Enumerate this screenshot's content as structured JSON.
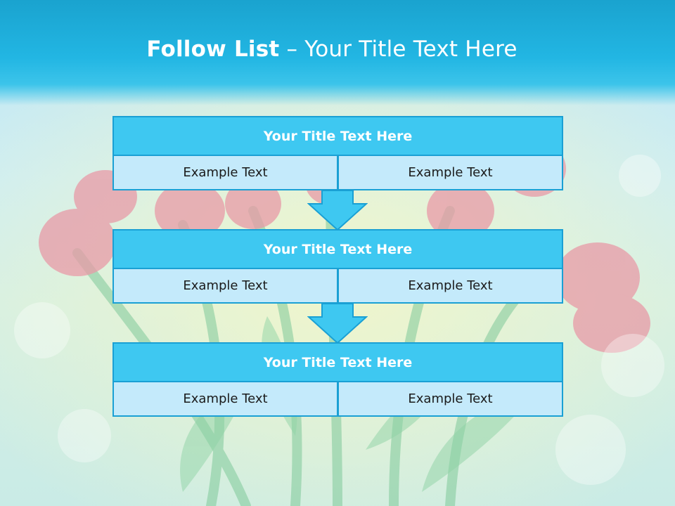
{
  "slide": {
    "title_bold": "Follow List",
    "title_rest": "– Your Title Text Here"
  },
  "steps": [
    {
      "title": "Your Title Text Here",
      "left": "Example Text",
      "right": "Example Text"
    },
    {
      "title": "Your Title Text Here",
      "left": "Example Text",
      "right": "Example Text"
    },
    {
      "title": "Your Title Text Here",
      "left": "Example Text",
      "right": "Example Text"
    }
  ],
  "colors": {
    "header": "#22b6e3",
    "title_fill": "#3ec8f1",
    "cell_fill": "#c4eafb",
    "border": "#1aa0d4"
  }
}
